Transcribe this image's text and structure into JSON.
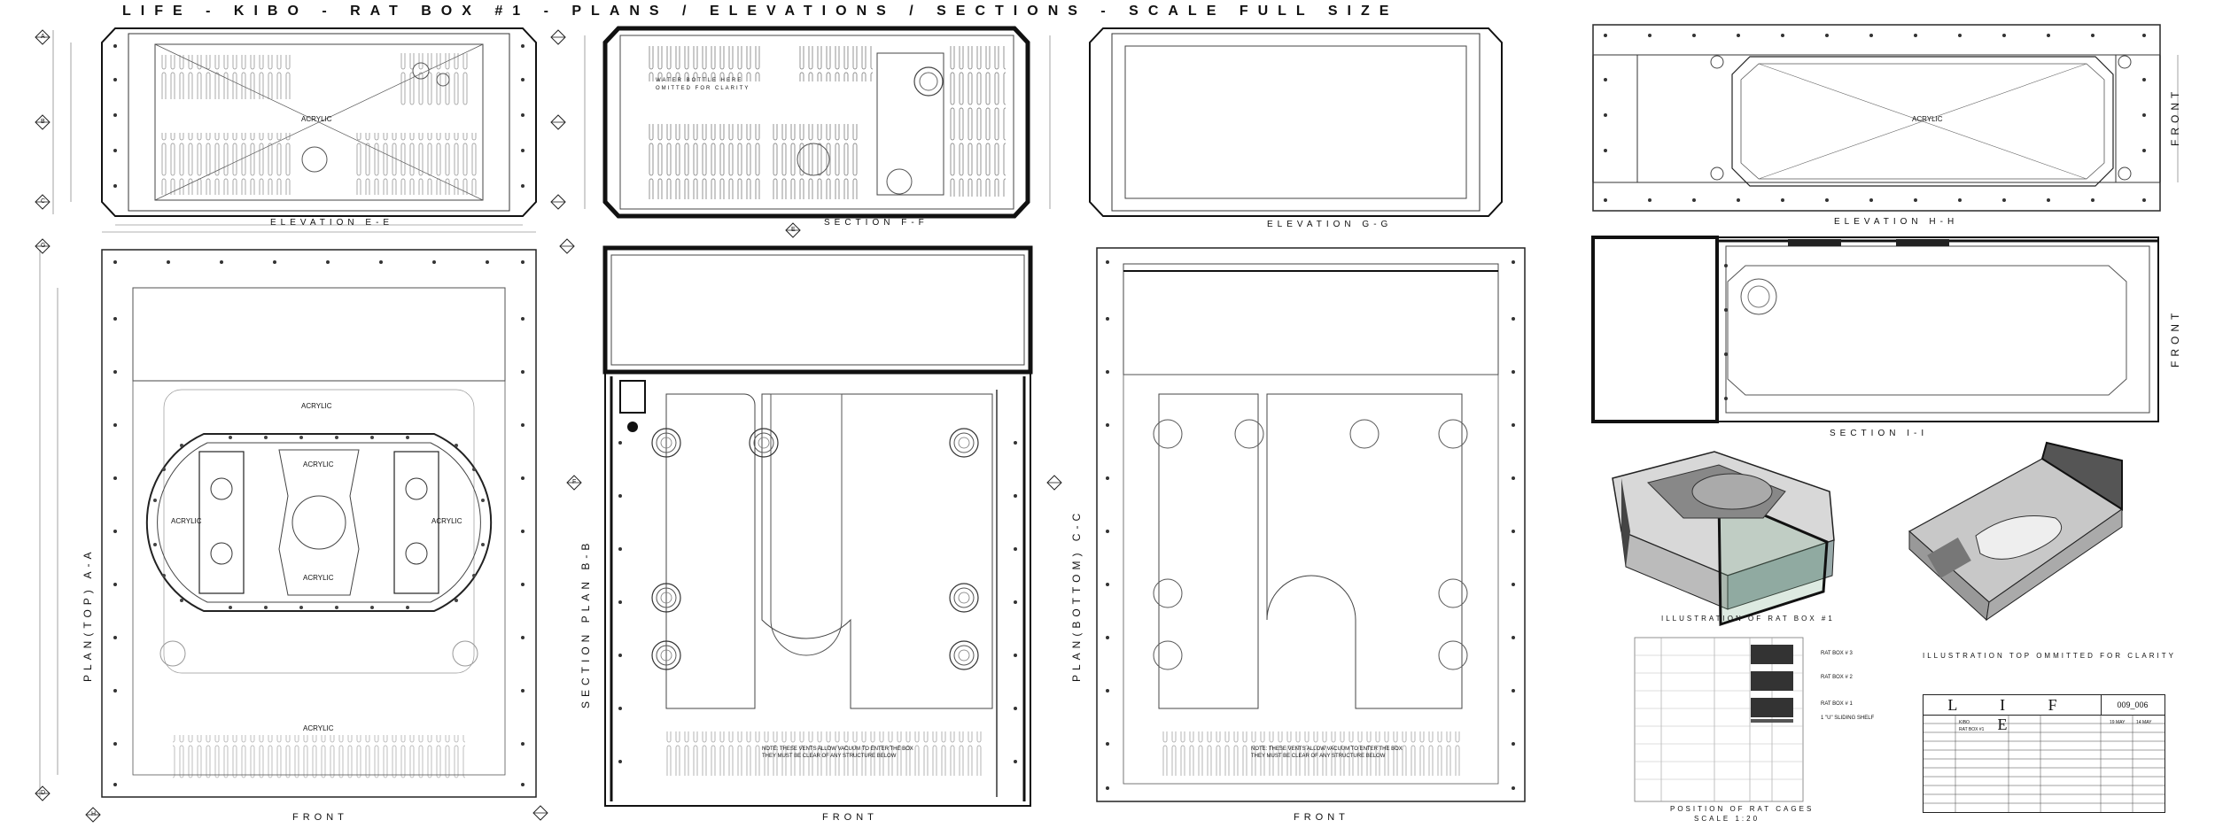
{
  "sheet_title": "LIFE - KIBO - RAT BOX #1 - PLANS / ELEVATIONS / SECTIONS - SCALE FULL SIZE",
  "views": {
    "elevation_e": "ELEVATION E-E",
    "section_f": "SECTION F-F",
    "elevation_g": "ELEVATION G-G",
    "elevation_h": "ELEVATION H-H",
    "section_i": "SECTION I-I",
    "plan_top": "PLAN(TOP) A-A",
    "section_plan_b": "SECTION PLAN B-B",
    "plan_bottom": "PLAN(BOTTOM) C-C",
    "front": "FRONT",
    "illustration_1": "ILLUSTRATION OF RAT BOX #1",
    "illustration_2": "ILLUSTRATION TOP OMMITTED FOR CLARITY",
    "position_title": "POSITION OF RAT CAGES",
    "position_scale": "SCALE 1:20"
  },
  "callouts": {
    "acrylic": "ACRYLIC",
    "water_bottle_1": "WATER BOTTLE HERE",
    "water_bottle_2": "OMITTED FOR CLARITY",
    "note_1": "NOTE: THESE VENTS ALLOW VACUUM TO ENTER THE BOX",
    "note_2": "THEY MUST BE CLEAR OF ANY STRUCTURE BELOW",
    "rat_box_3": "RAT BOX # 3",
    "rat_box_2": "RAT BOX # 2",
    "rat_box_1": "RAT BOX # 1",
    "sliding_shelf": "1 \"U\" SLIDING SHELF"
  },
  "section_markers": [
    "A",
    "B",
    "C",
    "G",
    "D",
    "E",
    "F",
    "H"
  ],
  "title_block": {
    "project": "L I F E",
    "drawing_no": "009_006",
    "rows": [
      "KIBO",
      "RAT BOX #1",
      "19 MAY",
      "14 MAY"
    ]
  }
}
